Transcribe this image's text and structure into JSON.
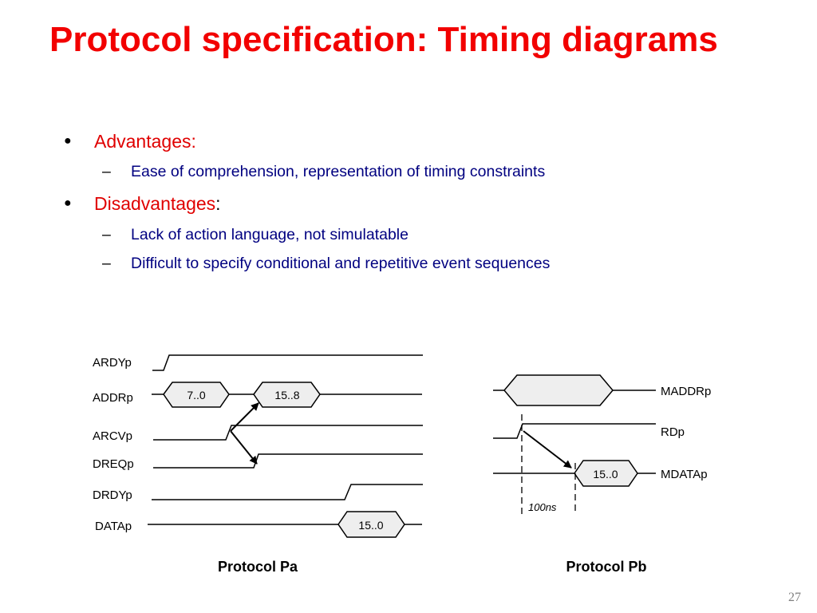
{
  "slide": {
    "title": "Protocol specification: Timing diagrams",
    "page_number": "27"
  },
  "bullets": [
    {
      "label": "Advantages:",
      "suffix": "",
      "items": [
        "Ease of comprehension, representation of timing constraints"
      ]
    },
    {
      "label": "Disadvantages",
      "suffix": ":",
      "items": [
        "Lack of action language, not simulatable",
        "Difficult to specify conditional and repetitive event sequences"
      ]
    }
  ],
  "protocol_pa": {
    "caption": "Protocol Pa",
    "signals": [
      "ARDYp",
      "ADDRp",
      "ARCVp",
      "DREQp",
      "DRDYp",
      "DATAp"
    ],
    "addr_values": [
      "7..0",
      "15..8"
    ],
    "data_value": "15..0"
  },
  "protocol_pb": {
    "caption": "Protocol Pb",
    "signals": [
      "MADDRp",
      "RDp",
      "MDATAp"
    ],
    "data_value": "15..0",
    "delay_label": "100ns"
  }
}
